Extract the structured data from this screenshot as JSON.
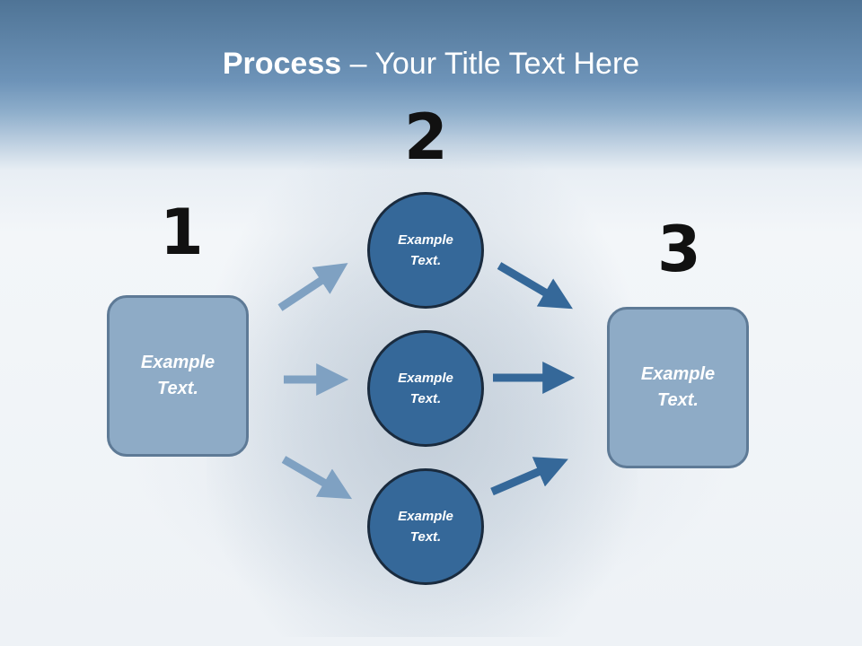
{
  "slide": {
    "title_bold": "Process",
    "title_rest": " – Your Title Text Here"
  },
  "steps": {
    "one": "1",
    "two": "2",
    "three": "3"
  },
  "left_box": {
    "text_line1": "Example",
    "text_line2": "Text."
  },
  "right_box": {
    "text_line1": "Example",
    "text_line2": "Text."
  },
  "circles": [
    {
      "text_line1": "Example",
      "text_line2": "Text."
    },
    {
      "text_line1": "Example",
      "text_line2": "Text."
    },
    {
      "text_line1": "Example",
      "text_line2": "Text."
    }
  ],
  "colors": {
    "header": "#5f86ab",
    "circle_fill": "#356899",
    "box_fill": "#8eabc6",
    "arrow_light": "#7fa1c2",
    "arrow_dark": "#356899"
  }
}
